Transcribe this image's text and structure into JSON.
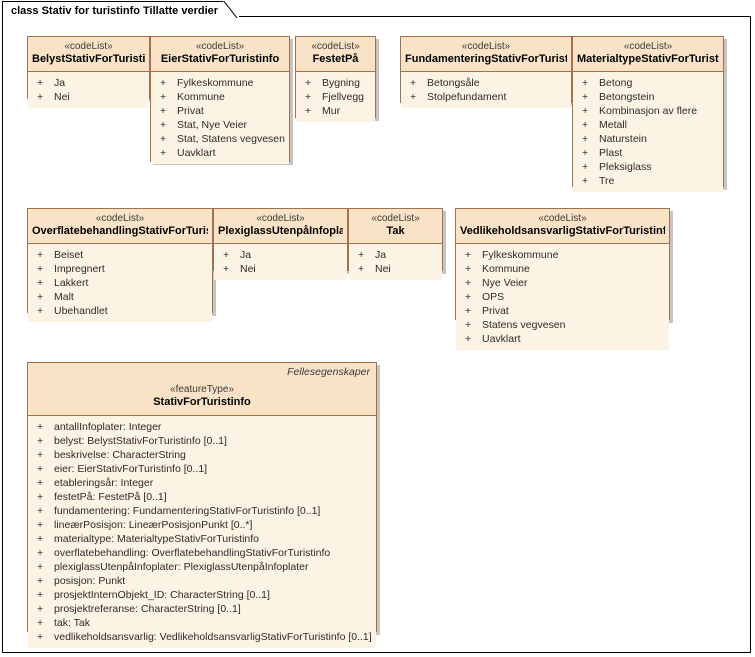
{
  "diagram": {
    "tab_prefix": "class",
    "tab_title": "Stativ for turistinfo Tillatte verdier",
    "tab_full": "class Stativ for turistinfo Tillatte verdier",
    "colors": {
      "header_fill": "#f9e3c6",
      "body_fill": "#fdf3e4",
      "border": "#a0714a",
      "shadow": "#969696",
      "frame": "#000000"
    }
  },
  "classes": [
    {
      "id": "belyst",
      "stereotype": "«codeList»",
      "name": "BelystStativForTuristinfo",
      "attributes": [
        "Ja",
        "Nei"
      ]
    },
    {
      "id": "eier",
      "stereotype": "«codeList»",
      "name": "EierStativForTuristinfo",
      "attributes": [
        "Fylkeskommune",
        "Kommune",
        "Privat",
        "Stat, Nye Veier",
        "Stat, Statens vegvesen",
        "Uavklart"
      ]
    },
    {
      "id": "festetpaa",
      "stereotype": "«codeList»",
      "name": "FestetPå",
      "attributes": [
        "Bygning",
        "Fjellvegg",
        "Mur"
      ]
    },
    {
      "id": "fundamentering",
      "stereotype": "«codeList»",
      "name": "FundamenteringStativForTuristinfo",
      "attributes": [
        "Betongsåle",
        "Stolpefundament"
      ]
    },
    {
      "id": "materialtype",
      "stereotype": "«codeList»",
      "name": "MaterialtypeStativForTuristinfo",
      "attributes": [
        "Betong",
        "Betongstein",
        "Kombinasjon av flere",
        "Metall",
        "Naturstein",
        "Plast",
        "Pleksiglass",
        "Tre"
      ]
    },
    {
      "id": "overflatebehandling",
      "stereotype": "«codeList»",
      "name": "OverflatebehandlingStativForTuristinfo",
      "attributes": [
        "Beiset",
        "Impregnert",
        "Lakkert",
        "Malt",
        "Ubehandlet"
      ]
    },
    {
      "id": "plexiglass",
      "stereotype": "«codeList»",
      "name": "PlexiglassUtenpåInfoplater",
      "attributes": [
        "Ja",
        "Nei"
      ]
    },
    {
      "id": "tak",
      "stereotype": "«codeList»",
      "name": "Tak",
      "attributes": [
        "Ja",
        "Nei"
      ]
    },
    {
      "id": "vedlikehold",
      "stereotype": "«codeList»",
      "name": "VedlikeholdsansvarligStativForTuristinfo",
      "attributes": [
        "Fylkeskommune",
        "Kommune",
        "Nye Veier",
        "OPS",
        "Privat",
        "Statens vegvesen",
        "Uavklart"
      ]
    }
  ],
  "featuretype": {
    "package": "Fellesegenskaper",
    "stereotype": "«featureType»",
    "name": "StativForTuristinfo",
    "attributes": [
      "antallInfoplater: Integer",
      "belyst: BelystStativForTuristinfo [0..1]",
      "beskrivelse: CharacterString",
      "eier: EierStativForTuristinfo [0..1]",
      "etableringsår: Integer",
      "festetPå: FestetPå [0..1]",
      "fundamentering: FundamenteringStativForTuristinfo [0..1]",
      "lineærPosisjon: LineærPosisjonPunkt [0..*]",
      "materialtype: MaterialtypeStativForTuristinfo",
      "overflatebehandling: OverflatebehandlingStativForTuristinfo",
      "plexiglassUtenpåInfoplater: PlexiglassUtenpåInfoplater",
      "posisjon: Punkt",
      "prosjektInternObjekt_ID: CharacterString [0..1]",
      "prosjektreferanse: CharacterString [0..1]",
      "tak: Tak",
      "vedlikeholdsansvarlig: VedlikeholdsansvarligStativForTuristinfo [0..1]"
    ]
  }
}
